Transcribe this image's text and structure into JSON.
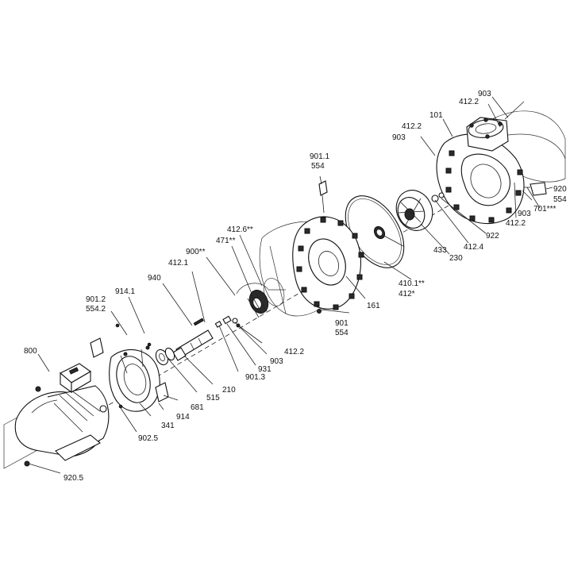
{
  "callouts": [
    {
      "id": "c903a",
      "text": "903"
    },
    {
      "id": "c4122a",
      "text": "412.2"
    },
    {
      "id": "c101",
      "text": "101"
    },
    {
      "id": "c4122b",
      "text": "412.2"
    },
    {
      "id": "c903b",
      "text": "903"
    },
    {
      "id": "c9011",
      "text": "901.1"
    },
    {
      "id": "c554a",
      "text": "554"
    },
    {
      "id": "c920",
      "text": "920"
    },
    {
      "id": "c554b",
      "text": "554"
    },
    {
      "id": "c903c",
      "text": "903"
    },
    {
      "id": "c701",
      "text": "701***"
    },
    {
      "id": "c4122c",
      "text": "412.2"
    },
    {
      "id": "c922",
      "text": "922"
    },
    {
      "id": "c4124",
      "text": "412.4"
    },
    {
      "id": "c230",
      "text": "230"
    },
    {
      "id": "c433",
      "text": "433"
    },
    {
      "id": "c4101",
      "text": "410.1**"
    },
    {
      "id": "c412s",
      "text": "412*"
    },
    {
      "id": "c4126",
      "text": "412.6**"
    },
    {
      "id": "c471",
      "text": "471**"
    },
    {
      "id": "c900",
      "text": "900**"
    },
    {
      "id": "c4121",
      "text": "412.1"
    },
    {
      "id": "c940",
      "text": "940"
    },
    {
      "id": "c9141",
      "text": "914.1"
    },
    {
      "id": "c9012",
      "text": "901.2"
    },
    {
      "id": "c5542",
      "text": "554.2"
    },
    {
      "id": "c161",
      "text": "161"
    },
    {
      "id": "c901",
      "text": "901"
    },
    {
      "id": "c554c",
      "text": "554"
    },
    {
      "id": "c4122d",
      "text": "412.2"
    },
    {
      "id": "c903d",
      "text": "903"
    },
    {
      "id": "c931",
      "text": "931"
    },
    {
      "id": "c9013",
      "text": "901.3"
    },
    {
      "id": "c210",
      "text": "210"
    },
    {
      "id": "c515",
      "text": "515"
    },
    {
      "id": "c681",
      "text": "681"
    },
    {
      "id": "c914",
      "text": "914"
    },
    {
      "id": "c341",
      "text": "341"
    },
    {
      "id": "c9025",
      "text": "902.5"
    },
    {
      "id": "c800",
      "text": "800"
    },
    {
      "id": "c9205",
      "text": "920.5"
    }
  ]
}
